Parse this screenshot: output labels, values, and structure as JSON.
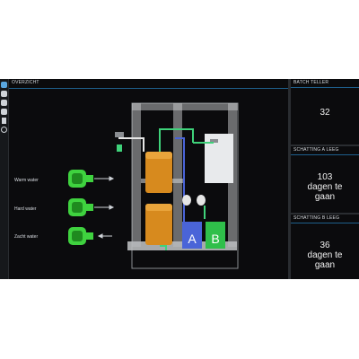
{
  "main": {
    "title": "OVERZICHT"
  },
  "panels": [
    {
      "title": "BATCH TELLER",
      "value": "32"
    },
    {
      "title": "SCHATTING A LEEG",
      "value_lines": [
        "103",
        "dagen te",
        "gaan"
      ]
    },
    {
      "title": "SCHATTING B LEEG",
      "value_lines": [
        "36",
        "dagen te",
        "gaan"
      ]
    }
  ],
  "diagram": {
    "flow_labels": [
      "Warm water",
      "Hard water",
      "Zacht water"
    ],
    "tank_labels": [
      "A",
      "B"
    ]
  },
  "rail_icons": [
    "home-icon",
    "settings-icon",
    "cube-icon",
    "box-icon",
    "document-icon",
    "gear-icon"
  ],
  "colors": {
    "background": "#0b0b0d",
    "accent_line": "#1e5f8c",
    "tank_a": "#4a64d8",
    "tank_b": "#2fbf4a",
    "pipe_green": "#3fd27a",
    "pipe_blue": "#4a64d8",
    "pump_green": "#3fd23f",
    "vessel_orange": "#d78a1e"
  }
}
